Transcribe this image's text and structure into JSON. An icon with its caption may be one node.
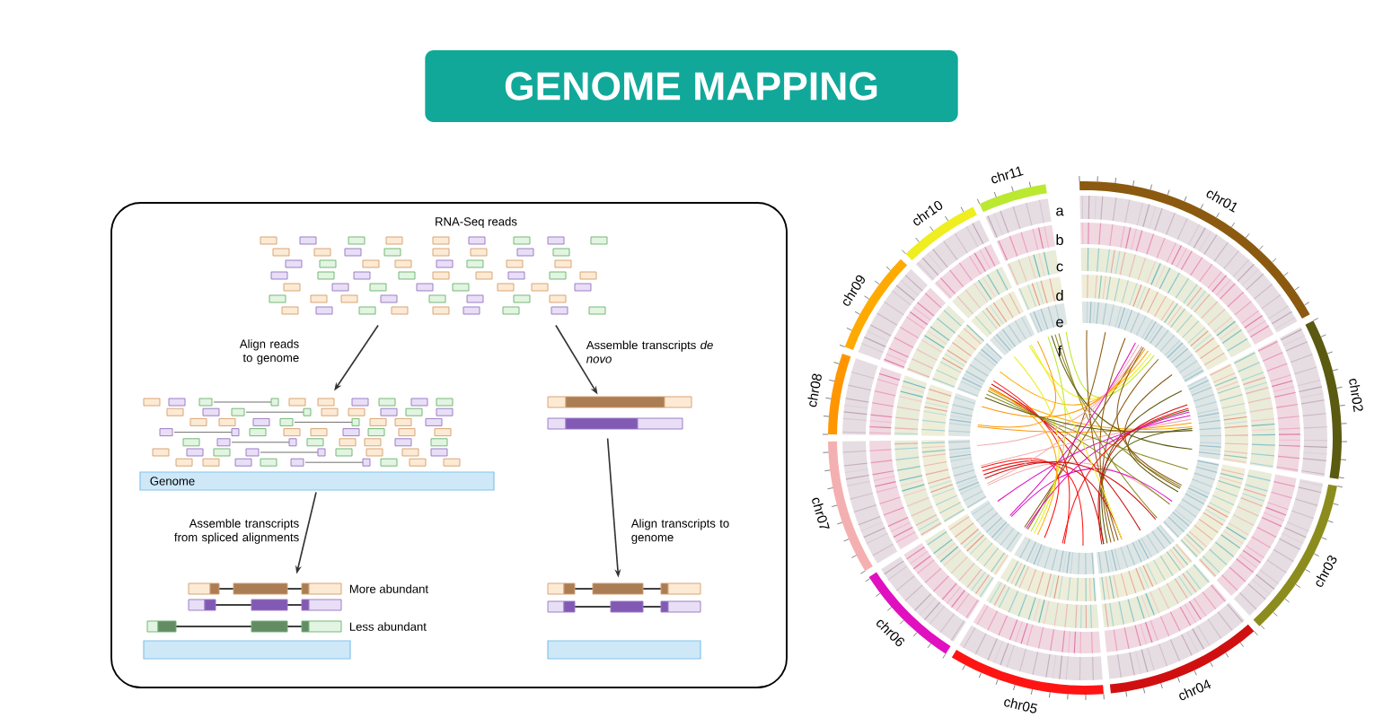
{
  "diagram": {
    "title": "GENOME MAPPING",
    "nodes": [
      {
        "text": [
          "RNA-Seq reads"
        ]
      },
      {
        "text": [
          "Genome"
        ]
      },
      {
        "text": [],
        "shape": "picture"
      },
      {
        "text": [
          "More abundant",
          "Less abundant"
        ]
      },
      {
        "text": [],
        "shape": "picture"
      }
    ],
    "edges": [
      {
        "from": 0,
        "to": 1,
        "arrow": "to",
        "label": "Align reads to genome"
      },
      {
        "from": 0,
        "to": 2,
        "arrow": "to",
        "label": "Assemble transcripts *de novo*"
      },
      {
        "from": 1,
        "to": 3,
        "arrow": "to",
        "label": "Assemble transcripts from spliced alignments"
      },
      {
        "from": 2,
        "to": 4,
        "arrow": "to",
        "label": "Align transcripts to genome"
      }
    ],
    "labels": [
      "chr01",
      "chr02",
      "chr03",
      "chr04",
      "chr05",
      "chr06",
      "chr07",
      "chr08",
      "chr09",
      "chr10",
      "chr11",
      "a",
      "b",
      "c",
      "d",
      "e",
      "f"
    ]
  }
}
